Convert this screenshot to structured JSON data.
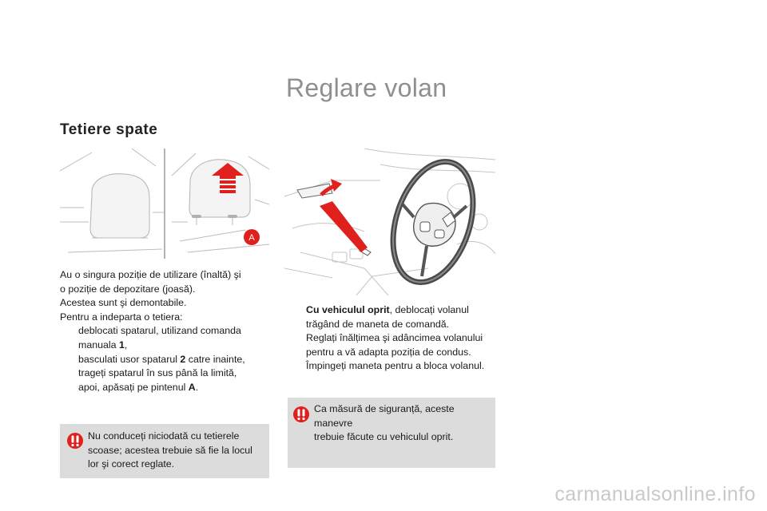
{
  "page": {
    "title": "Reglare volan",
    "section_title": "Tetiere spate",
    "watermark": "carmanualsonline.info"
  },
  "figure_headrest": {
    "callout_letter": "A",
    "accent_color": "#e0201c"
  },
  "headrest_text": {
    "p1": "Au o singura poziție de utilizare (înaltă) şi",
    "p2": "o poziție de depozitare (joasă).",
    "p3": "Acestea sunt şi demontabile.",
    "p4": "Pentru a indeparta o tetiera:",
    "bullets": [
      {
        "line1": "deblocati spatarul, utilizand comanda",
        "line2_pre": "manuala ",
        "line2_bold": "1",
        "line2_post": ","
      },
      {
        "pre": "basculati usor spatarul ",
        "bold": "2",
        "post": " catre inainte,"
      },
      {
        "text": "trageți spatarul în sus până la limită,"
      },
      {
        "pre": "apoi, apăsați pe pintenul ",
        "bold": "A",
        "post": "."
      }
    ],
    "bullet_mark": ""
  },
  "steering_text": {
    "bullets": [
      {
        "bold": "Cu vehiculul oprit",
        "post": ", deblocați volanul",
        "line2": "trăgând de maneta de comandă."
      },
      {
        "line1": "Reglați înălțimea şi adâncimea volanului",
        "line2": "pentru a vă adapta poziția de condus."
      },
      {
        "line1": "Împingeți maneta pentru a bloca volanul."
      }
    ]
  },
  "warnings": {
    "left": {
      "line1": "Nu conduceți niciodată cu tetierele",
      "line2": "scoase; acestea trebuie să fie la locul",
      "line3": "lor şi corect reglate."
    },
    "right": {
      "line1": "Ca măsură de siguranță, aceste manevre",
      "line2": "trebuie făcute cu vehiculul oprit."
    },
    "icon_color": "#e0201c"
  }
}
